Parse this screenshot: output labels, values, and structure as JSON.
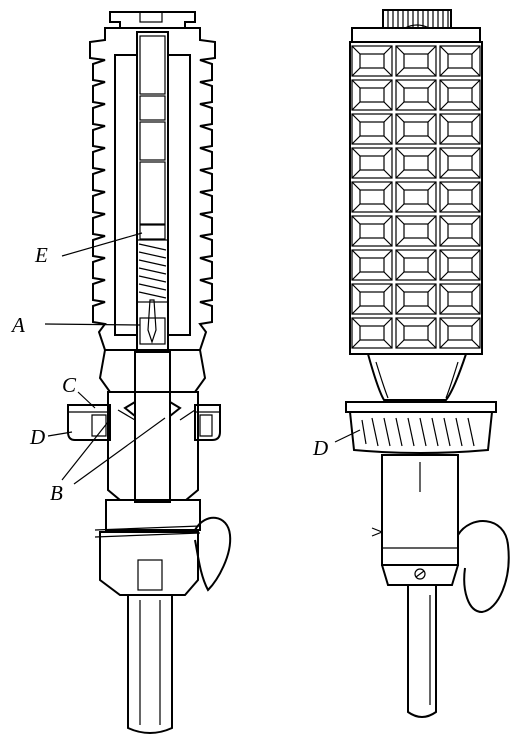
{
  "labels": {
    "section_view": {
      "E": "E",
      "A": "A",
      "C": "C",
      "D": "D",
      "B": "B"
    },
    "exterior_view": {
      "D": "D"
    }
  },
  "colors": {
    "ink": "#000000",
    "paper": "#ffffff"
  }
}
